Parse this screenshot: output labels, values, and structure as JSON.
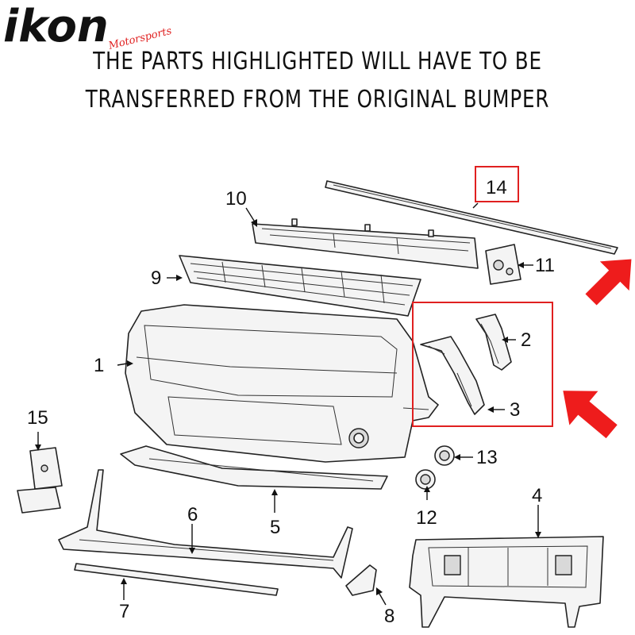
{
  "brand": {
    "name": "ikon",
    "tagline": "Motorsports",
    "colors": {
      "text": "#111111",
      "accent": "#e02020"
    }
  },
  "heading": {
    "line1": "THE PARTS HIGHLIGHTED WILL HAVE TO BE",
    "line2": "TRANSFERRED FROM THE ORIGINAL BUMPER"
  },
  "callouts": {
    "c1": "1",
    "c2": "2",
    "c3": "3",
    "c4": "4",
    "c5": "5",
    "c6": "6",
    "c7": "7",
    "c8": "8",
    "c9": "9",
    "c10": "10",
    "c11": "11",
    "c12": "12",
    "c13": "13",
    "c14": "14",
    "c15": "15"
  },
  "highlighted_parts": [
    "2",
    "3",
    "14"
  ],
  "colors": {
    "highlight": "#e02020",
    "arrow": "#ee1c1c",
    "line": "#111111",
    "background": "#ffffff"
  }
}
